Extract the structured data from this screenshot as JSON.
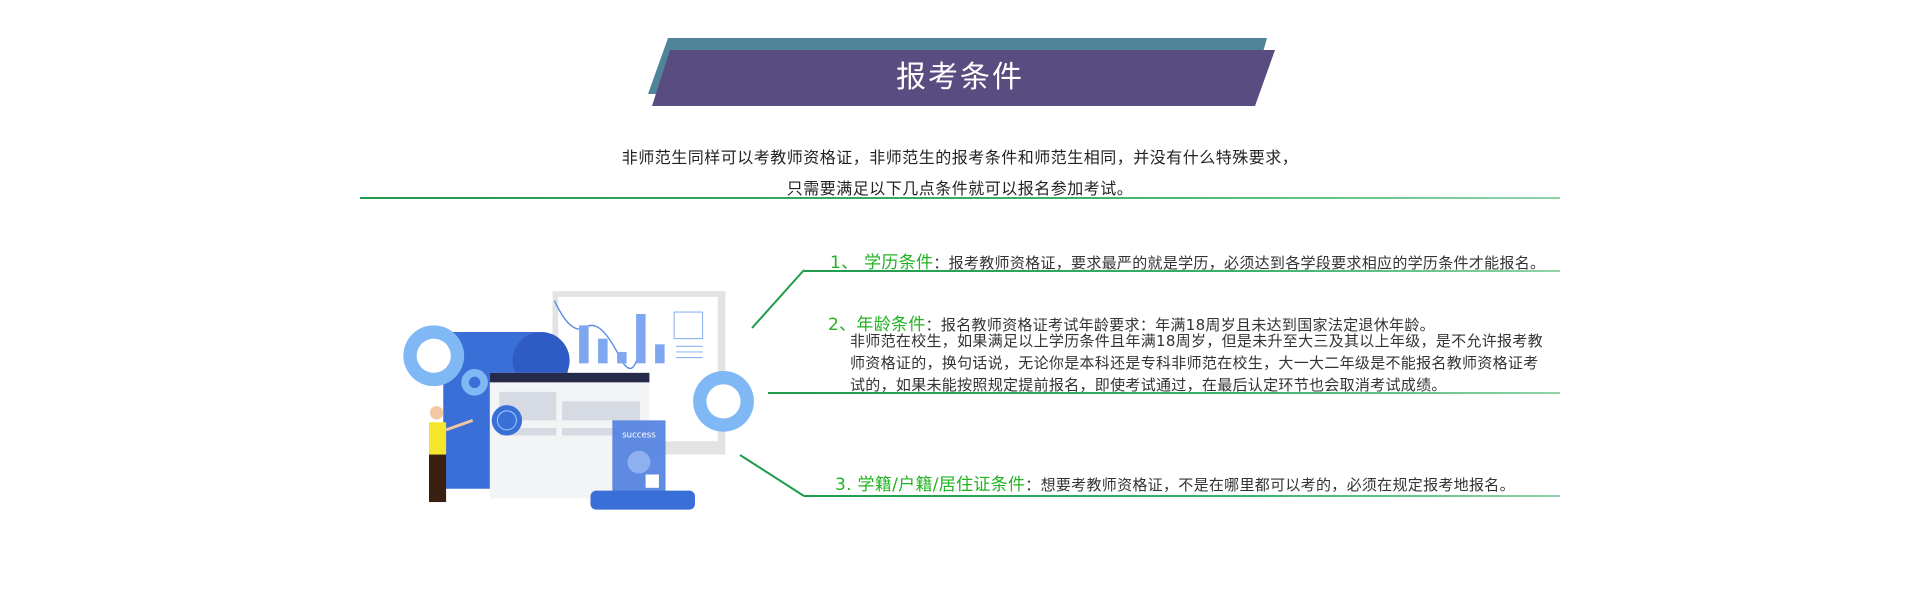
{
  "header": {
    "title": "报考条件"
  },
  "intro": {
    "line1": "非师范生同样可以考教师资格证，非师范生的报考条件和师范生相同，并没有什么特殊要求，",
    "line2": "只需要满足以下几点条件就可以报名参加考试。"
  },
  "conditions": [
    {
      "heading": "1、 学历条件",
      "text": "：报考教师资格证，要求最严的就是学历，必须达到各学段要求相应的学历条件才能报名。"
    },
    {
      "heading": "2、年龄条件",
      "text": "：报名教师资格证考试年龄要求：年满18周岁且未达到国家法定退休年龄。",
      "details": [
        "非师范在校生，如果满足以上学历条件且年满18周岁，但是未升至大三及其以上年级，是不允许报考教",
        "师资格证的，换句话说，无论你是本科还是专科非师范在校生，大一大二年级是不能报名教师资格证考",
        "试的，如果未能按照规定提前报名，即使考试通过，在最后认定环节也会取消考试成绩。"
      ]
    },
    {
      "heading": "3. 学籍/户籍/居住证条件",
      "text": "：想要考教师资格证，不是在哪里都可以考的，必须在规定报考地报名。"
    }
  ],
  "illustration": {
    "badge": "success"
  },
  "colors": {
    "banner_back": "#4f8499",
    "banner_front": "#584c80",
    "accent_green": "#22b322",
    "line_green": "#1f9b4c"
  }
}
